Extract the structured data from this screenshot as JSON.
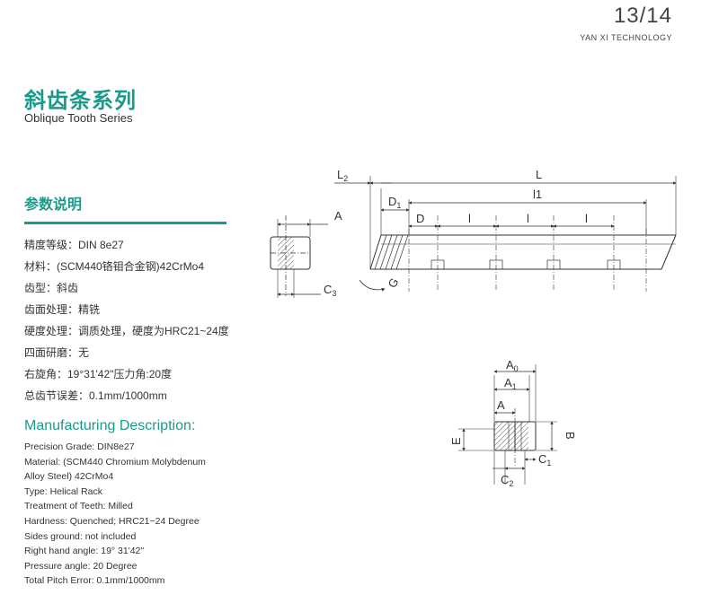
{
  "header": {
    "page_number": "13/14",
    "brand": "YAN XI TECHNOLOGY"
  },
  "title": {
    "cn": "斜齿条系列",
    "en": "Oblique Tooth Series"
  },
  "parameters": {
    "heading": "参数说明",
    "items": [
      "精度等级：DIN 8e27",
      "材料：(SCM440铬钼合金钢)42CrMo4",
      "齿型：斜齿",
      "齿面处理：精铣",
      "硬度处理：调质处理，硬度为HRC21~24度",
      "四面研磨：无",
      "右旋角：19°31'42\"压力角:20度",
      "总齿节误差：0.1mm/1000mm"
    ]
  },
  "manufacturing": {
    "heading": "Manufacturing Description:",
    "lines": [
      "Precision Grade: DIN8e27",
      "Material: (SCM440 Chromium Molybdenum",
      "Alloy Steel) 42CrMo4",
      "Type: Helical Rack",
      "Treatment of Teeth: Milled",
      "Hardness: Quenched; HRC21~24 Degree",
      "Sides ground: not included",
      "Right hand angle: 19° 31'42\"",
      "Pressure angle: 20 Degree",
      "Total Pitch Error: 0.1mm/1000mm"
    ]
  },
  "diagram": {
    "labels": {
      "L2": "L",
      "L2_sub": "2",
      "L": "L",
      "l1": "l1",
      "D1": "D",
      "D1_sub": "1",
      "D": "D",
      "l": "l",
      "A": "A",
      "C3": "C",
      "C3_sub": "3",
      "G": "G",
      "A0": "A",
      "A0_sub": "0",
      "A1": "A",
      "A1_sub": "1",
      "A_sec": "A",
      "B": "B",
      "E": "E",
      "C1": "C",
      "C1_sub": "1",
      "C2": "C",
      "C2_sub": "2"
    }
  }
}
